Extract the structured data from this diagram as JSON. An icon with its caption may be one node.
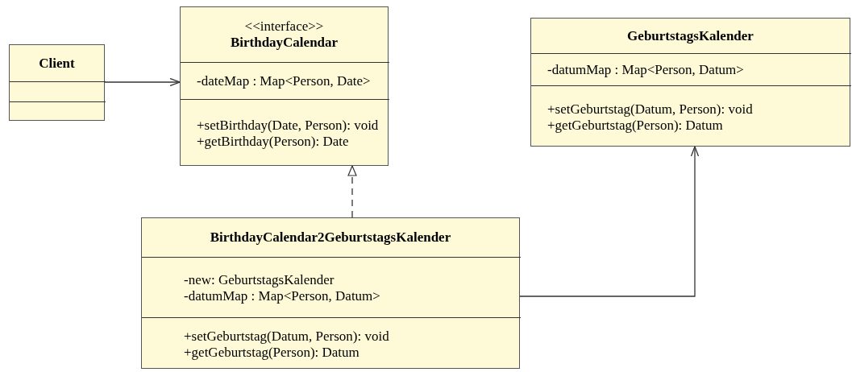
{
  "diagram": {
    "nodes": [
      {
        "text": [
          "Client"
        ]
      },
      {
        "text": [],
        "shape": "box",
        "in": 0
      },
      {
        "text": [],
        "shape": "box",
        "in": 0
      },
      {
        "text": [
          "<<interface>>",
          "BirthdayCalendar"
        ]
      },
      {
        "text": [
          "-dateMap : Map<Person, Date>"
        ],
        "in": 3
      },
      {
        "text": [
          "+setBirthday(Date, Person): void",
          "+getBirthday(Person): Date"
        ],
        "in": 3
      },
      {
        "text": [
          "GeburtstagsKalender"
        ]
      },
      {
        "text": [
          "-datumMap : Map<Person, Datum>"
        ],
        "in": 6
      },
      {
        "text": [
          "+setGeburtstag(Datum, Person): void",
          "+getGeburtstag(Person): Datum"
        ],
        "in": 6
      },
      {
        "text": [
          "BirthdayCalendar2GeburtstagsKalender"
        ]
      },
      {
        "text": [
          "-new: GeburtstagsKalender",
          "-datumMap : Map<Person, Datum>"
        ],
        "in": 9
      },
      {
        "text": [
          "+setGeburtstag(Datum, Person): void",
          "+getGeburtstag(Person): Datum"
        ],
        "in": 9
      }
    ],
    "edges": [
      {
        "from": 0,
        "to": 3,
        "arrow": "to"
      },
      {
        "from": 9,
        "to": 3,
        "arrow": "to",
        "style": "dashed"
      },
      {
        "from": 9,
        "to": 6,
        "arrow": "to"
      }
    ]
  }
}
